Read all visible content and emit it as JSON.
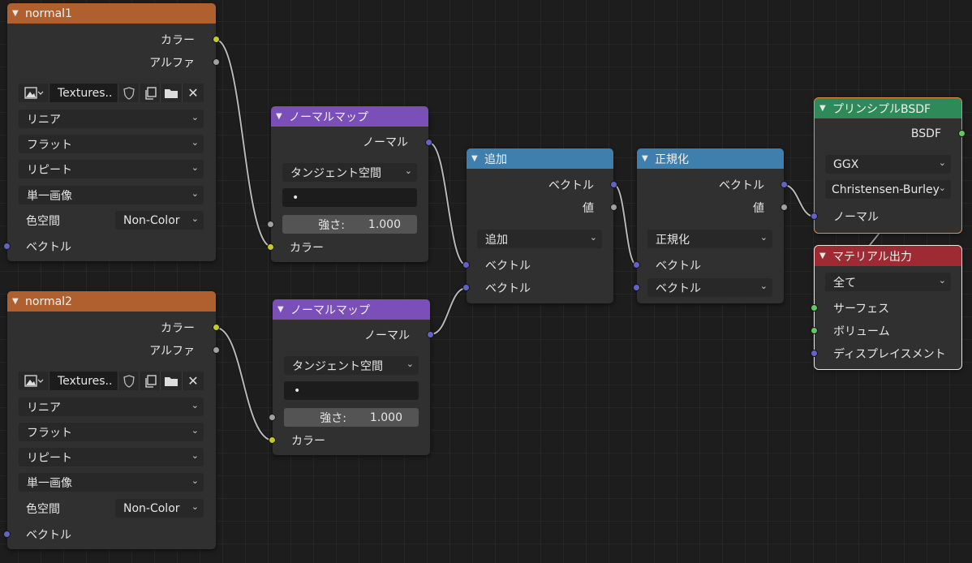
{
  "nodes": {
    "normal1": {
      "title": "normal1",
      "out_color": "カラー",
      "out_alpha": "アルファ",
      "image_name": "Textures..",
      "interpolation": "リニア",
      "projection": "フラット",
      "extension": "リピート",
      "source": "単一画像",
      "colorspace_label": "色空間",
      "colorspace_value": "Non-Color",
      "in_vector": "ベクトル"
    },
    "normal2": {
      "title": "normal2",
      "out_color": "カラー",
      "out_alpha": "アルファ",
      "image_name": "Textures..",
      "interpolation": "リニア",
      "projection": "フラット",
      "extension": "リピート",
      "source": "単一画像",
      "colorspace_label": "色空間",
      "colorspace_value": "Non-Color",
      "in_vector": "ベクトル"
    },
    "normalmap1": {
      "title": "ノーマルマップ",
      "out_normal": "ノーマル",
      "space": "タンジェント空間",
      "uv": "•",
      "strength_label": "強さ:",
      "strength_value": "1.000",
      "in_color": "カラー"
    },
    "normalmap2": {
      "title": "ノーマルマップ",
      "out_normal": "ノーマル",
      "space": "タンジェント空間",
      "uv": "•",
      "strength_label": "強さ:",
      "strength_value": "1.000",
      "in_color": "カラー"
    },
    "add": {
      "title": "追加",
      "out_vector": "ベクトル",
      "out_value": "値",
      "operation": "追加",
      "in_vector1": "ベクトル",
      "in_vector2": "ベクトル"
    },
    "normalize": {
      "title": "正規化",
      "out_vector": "ベクトル",
      "out_value": "値",
      "operation": "正規化",
      "in_vector1": "ベクトル",
      "in_vector2": "ベクトル"
    },
    "bsdf": {
      "title": "プリンシプルBSDF",
      "out_bsdf": "BSDF",
      "distribution": "GGX",
      "subsurface": "Christensen-Burley",
      "in_normal": "ノーマル"
    },
    "output": {
      "title": "マテリアル出力",
      "target": "全て",
      "in_surface": "サーフェス",
      "in_volume": "ボリューム",
      "in_displacement": "ディスプレイスメント"
    }
  },
  "colors": {
    "texture_header": "#b0602e",
    "vector_header": "#7a4fb8",
    "converter_header": "#3f7fae",
    "shader_header": "#2e8a58",
    "output_header": "#9e2a33",
    "socket_color": "#c7c729",
    "socket_float": "#a1a1a1",
    "socket_vector": "#6363c7",
    "socket_shader": "#63c763"
  },
  "icons": [
    "collapse-triangle-icon",
    "image-icon",
    "chevron-down-icon",
    "shield-icon",
    "duplicate-icon",
    "folder-icon",
    "close-icon"
  ]
}
